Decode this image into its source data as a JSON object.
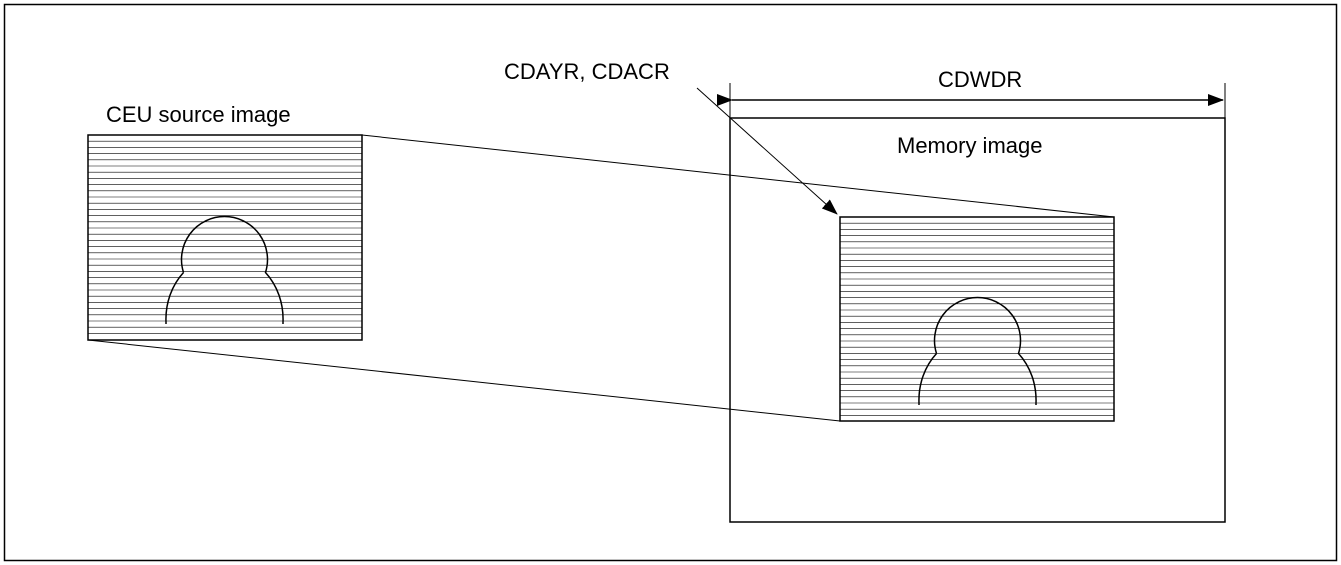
{
  "diagram": {
    "labels": {
      "source_image": "CEU source image",
      "memory_image": "Memory image",
      "address_registers": "CDAYR, CDACR",
      "width_register": "CDWDR"
    },
    "colors": {
      "stroke": "#000000",
      "background": "#ffffff"
    }
  }
}
